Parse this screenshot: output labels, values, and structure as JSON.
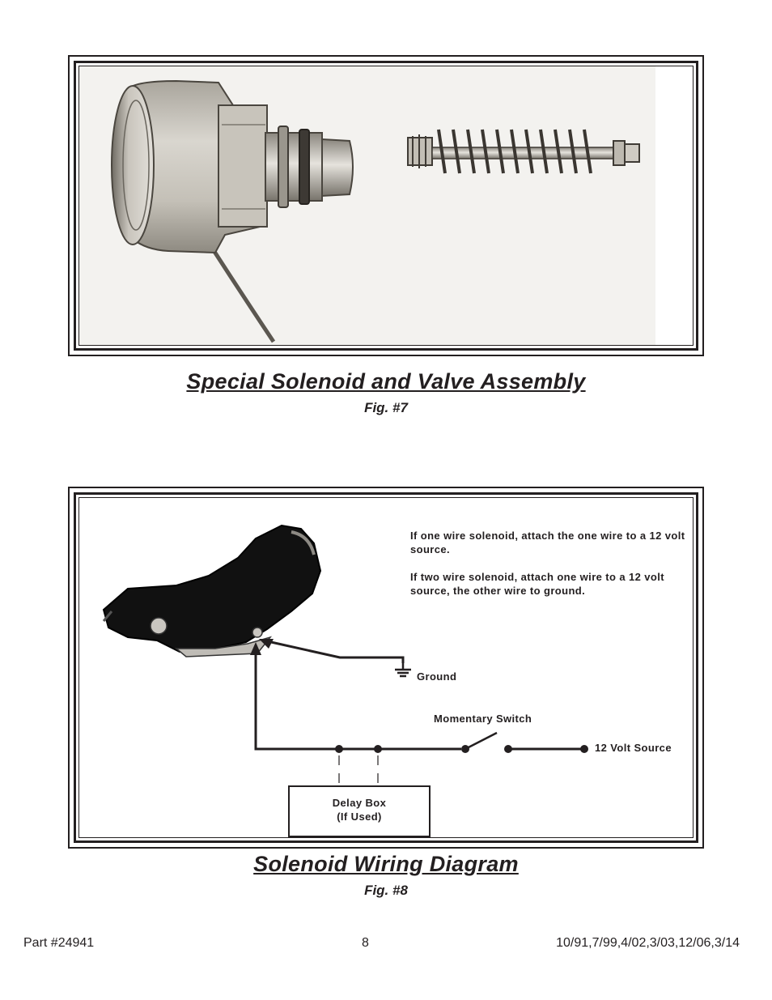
{
  "figure7": {
    "title": "Special Solenoid and Valve Assembly",
    "label": "Fig. #7"
  },
  "figure8": {
    "title": "Solenoid Wiring Diagram",
    "label": "Fig. #8",
    "note_one_wire": "If one wire solenoid, attach the one wire to a 12 volt source.",
    "note_two_wire": "If two wire solenoid, attach one wire to a 12 volt source, the other wire to ground.",
    "ground_label": "Ground",
    "switch_label": "Momentary Switch",
    "source_label": "12 Volt Source",
    "delay_box_line1": "Delay Box",
    "delay_box_line2": "(If Used)"
  },
  "footer": {
    "part": "Part #24941",
    "page": "8",
    "revisions": "10/91,7/99,4/02,3/03,12/06,3/14"
  }
}
